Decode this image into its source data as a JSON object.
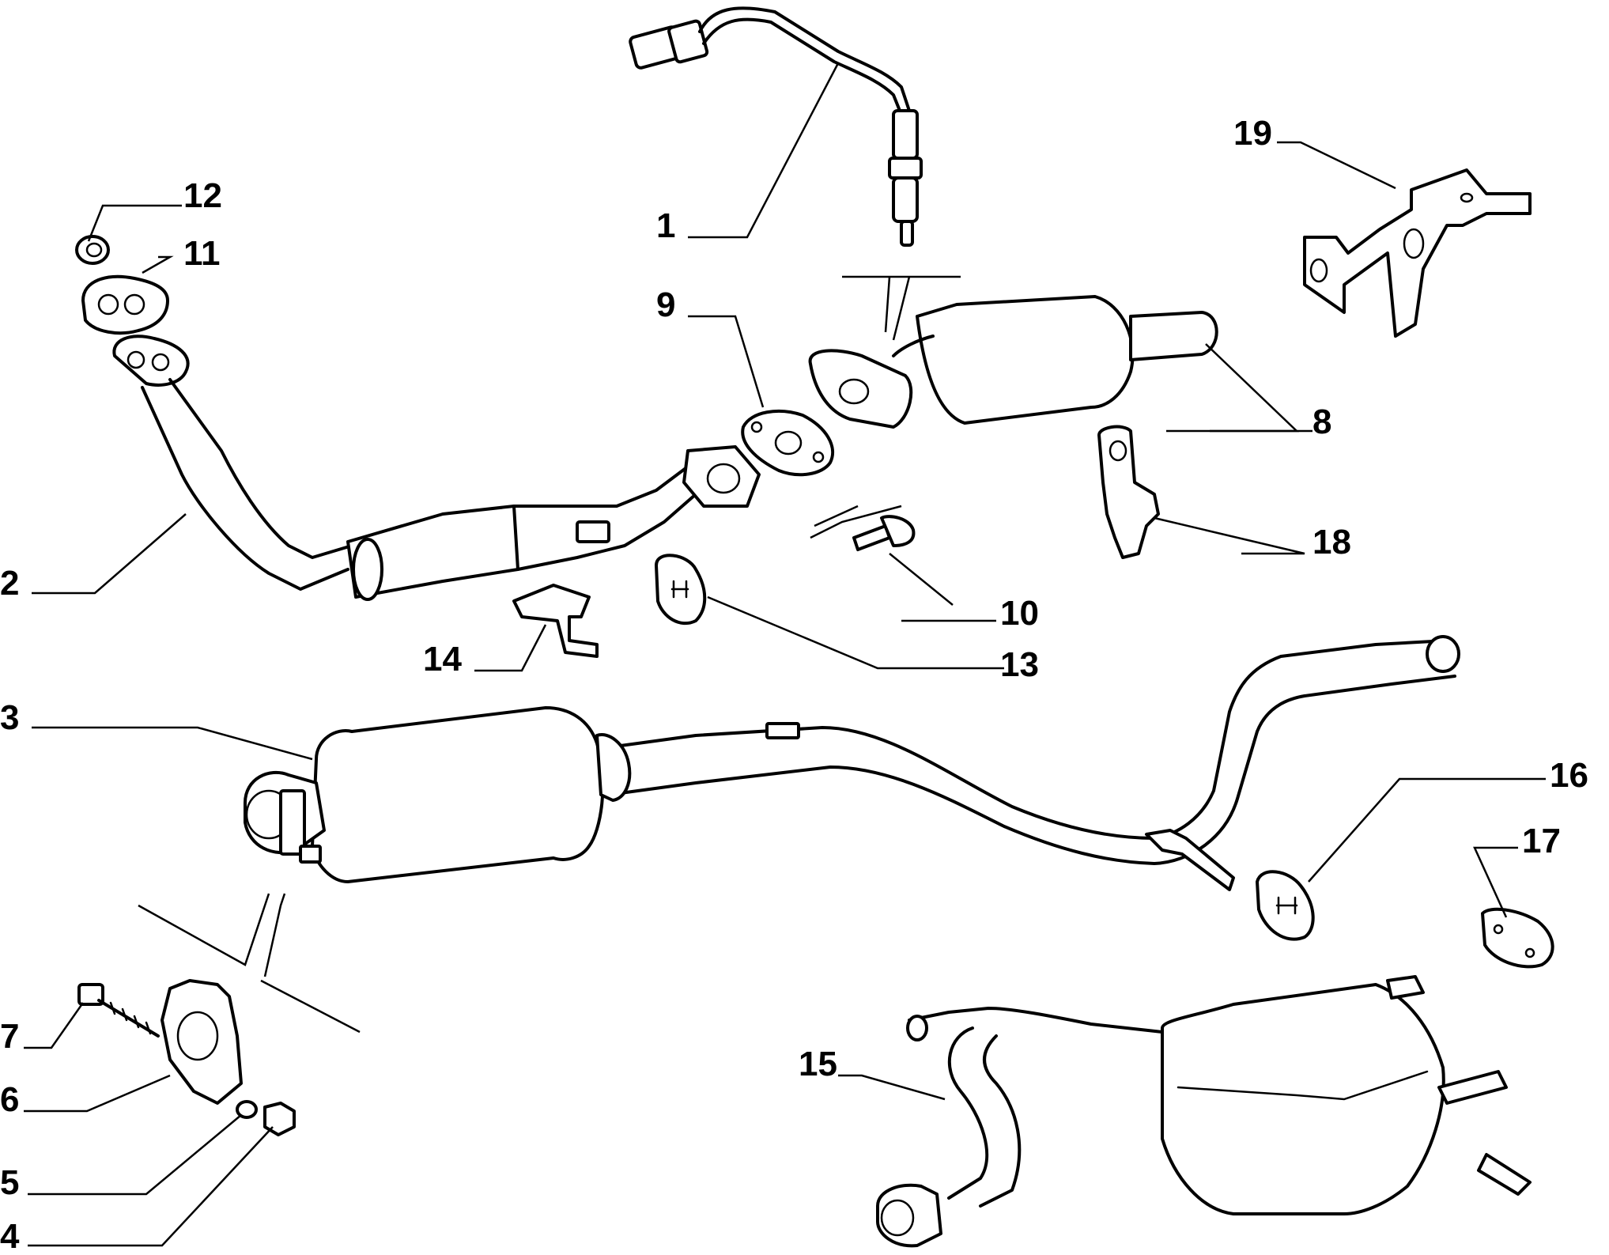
{
  "diagram": {
    "callouts": [
      {
        "id": "p1",
        "label": "1"
      },
      {
        "id": "p2",
        "label": "2"
      },
      {
        "id": "p3",
        "label": "3"
      },
      {
        "id": "p4",
        "label": "4"
      },
      {
        "id": "p5",
        "label": "5"
      },
      {
        "id": "p6",
        "label": "6"
      },
      {
        "id": "p7",
        "label": "7"
      },
      {
        "id": "p8",
        "label": "8"
      },
      {
        "id": "p9",
        "label": "9"
      },
      {
        "id": "p10",
        "label": "10"
      },
      {
        "id": "p11",
        "label": "11"
      },
      {
        "id": "p12",
        "label": "12"
      },
      {
        "id": "p13",
        "label": "13"
      },
      {
        "id": "p14",
        "label": "14"
      },
      {
        "id": "p15",
        "label": "15"
      },
      {
        "id": "p16",
        "label": "16"
      },
      {
        "id": "p17",
        "label": "17"
      },
      {
        "id": "p18",
        "label": "18"
      },
      {
        "id": "p19",
        "label": "19"
      }
    ]
  }
}
